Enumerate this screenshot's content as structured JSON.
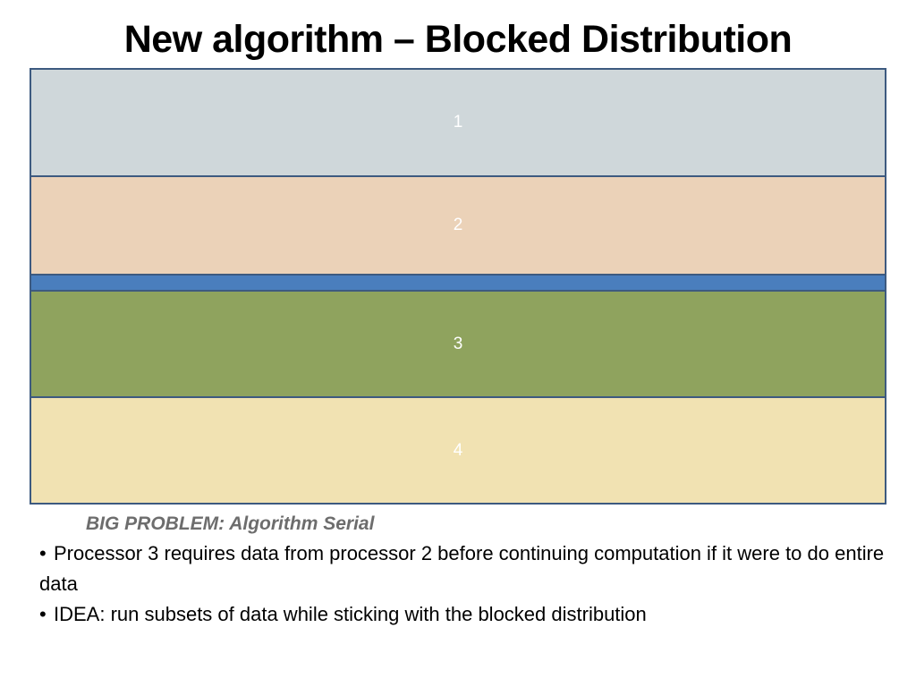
{
  "slide": {
    "title": "New algorithm – Blocked Distribution"
  },
  "diagram": {
    "blocks": [
      {
        "label": "1",
        "color": "#cfd7da"
      },
      {
        "label": "2",
        "color": "#ebd2b8"
      },
      {
        "label": "",
        "color": "#4a7ebd"
      },
      {
        "label": "3",
        "color": "#8fa35e"
      },
      {
        "label": "4",
        "color": "#f1e2b2"
      }
    ],
    "border_color": "#3d5a80"
  },
  "notes": {
    "problem": "BIG PROBLEM: Algorithm Serial",
    "bullets": [
      "Processor 3 requires data from processor 2 before continuing computation if it were to do entire data",
      "IDEA: run subsets of data while sticking with the blocked distribution"
    ],
    "bullet_symbol": "•"
  }
}
